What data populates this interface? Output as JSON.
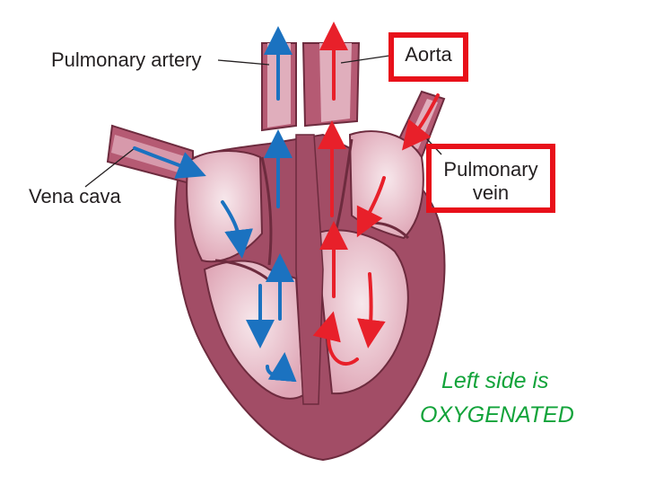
{
  "labels": {
    "pulmonary_artery": "Pulmonary artery",
    "aorta": "Aorta",
    "pulmonary_vein": "Pulmonary vein",
    "vena_cava": "Vena cava"
  },
  "note": {
    "line1": "Left side is",
    "line2": "OXYGENATED"
  },
  "colors": {
    "deoxygenated_arrow": "#1b72c0",
    "oxygenated_arrow": "#e8202a",
    "heart_wall": "#9c4760",
    "heart_chamber": "#e7bcc8",
    "highlight_box": "#e8101a",
    "note_text": "#12a33a"
  }
}
